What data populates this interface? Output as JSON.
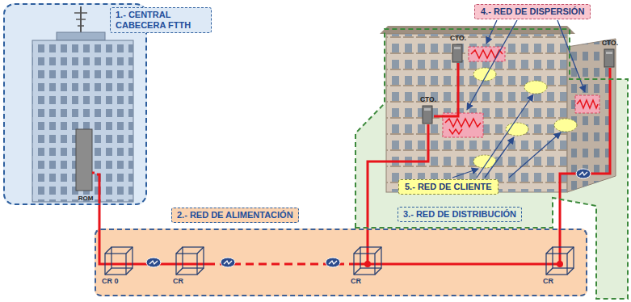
{
  "diagram": {
    "nodes": [
      {
        "text": [
          "1.- CENTRAL CABECERA FTTH"
        ]
      },
      {
        "text": [
          "ROM"
        ],
        "in": 0
      },
      {
        "text": [
          "2.- RED DE ALIMENTACIÓN"
        ]
      },
      {
        "text": [
          "CR 0"
        ],
        "in": 2
      },
      {
        "text": [
          "CR"
        ],
        "in": 2
      },
      {
        "text": [
          "CR"
        ],
        "in": 2
      },
      {
        "text": [
          "CR"
        ],
        "in": 2
      },
      {
        "text": [
          "3.- RED DE DISTRIBUCIÓN"
        ]
      },
      {
        "text": [
          "CTO."
        ],
        "in": 7
      },
      {
        "text": [
          "CTO."
        ],
        "in": 7
      },
      {
        "text": [
          "CTO."
        ],
        "in": 7
      },
      {
        "text": [
          "4.- RED DE DISPERSIÓN"
        ]
      },
      {
        "text": [
          "5.- RED DE CLIENTE"
        ],
        "in": 7
      }
    ],
    "edges": [
      {
        "from": 1,
        "to": 3,
        "arrow": "none"
      },
      {
        "from": 3,
        "to": 4,
        "arrow": "none"
      },
      {
        "from": 4,
        "to": 5,
        "arrow": "none"
      },
      {
        "from": 5,
        "to": 6,
        "arrow": "none"
      },
      {
        "from": 5,
        "to": 9,
        "arrow": "none"
      },
      {
        "from": 6,
        "to": 10,
        "arrow": "none"
      },
      {
        "from": 9,
        "to": 8,
        "arrow": "none"
      }
    ]
  }
}
